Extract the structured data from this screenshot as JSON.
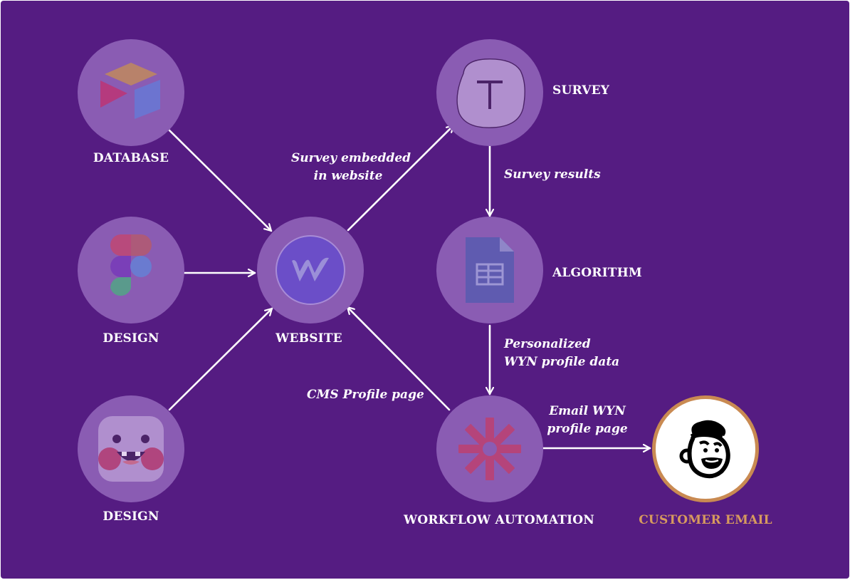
{
  "nodes": {
    "database": {
      "label": "DATABASE",
      "icon": "airtable-icon"
    },
    "design_1": {
      "label": "DESIGN",
      "icon": "figma-icon"
    },
    "design_2": {
      "label": "DESIGN",
      "icon": "monster-face-icon"
    },
    "website": {
      "label": "WEBSITE",
      "icon": "webflow-icon"
    },
    "survey": {
      "label": "SURVEY",
      "icon": "typeform-icon"
    },
    "algorithm": {
      "label": "ALGORITHM",
      "icon": "google-sheets-icon"
    },
    "workflow": {
      "label": "WORKFLOW AUTOMATION",
      "icon": "zapier-icon"
    },
    "customer_email": {
      "label": "CUSTOMER EMAIL",
      "icon": "mailchimp-icon"
    }
  },
  "edges": {
    "survey_embedded": {
      "line1": "Survey embedded",
      "line2": "in website"
    },
    "survey_results": {
      "text": "Survey results"
    },
    "personalized": {
      "line1": "Personalized",
      "line2": "WYN profile data"
    },
    "cms_profile": {
      "text": "CMS Profile page"
    },
    "email_wyn": {
      "line1": "Email WYN",
      "line2": "profile page"
    }
  },
  "colors": {
    "background": "#551c82",
    "node": "#8a5cb3",
    "accent": "#d79a5e",
    "arrow": "#ffffff"
  }
}
